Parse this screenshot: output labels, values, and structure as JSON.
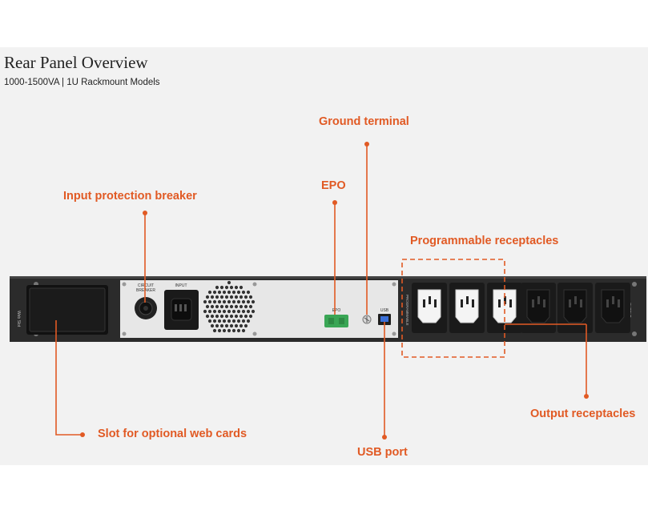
{
  "header": {
    "title": "Rear Panel Overview",
    "subtitle": "1000-1500VA | 1U Rackmount Models"
  },
  "callouts": {
    "ground_terminal": "Ground terminal",
    "epo": "EPO",
    "input_protection_breaker": "Input protection breaker",
    "programmable_receptacles": "Programmable receptacles",
    "slot_for_web_cards": "Slot for optional web cards",
    "usb_port": "USB port",
    "output_receptacles": "Output receptacles"
  },
  "panel_labels": {
    "circuit_breaker_line1": "CIRCUIT",
    "circuit_breaker_line2": "BREAKER",
    "input": "INPUT",
    "epo": "EPO",
    "usb": "USB",
    "web_slot": "Web Slot",
    "output": "OUTPUT",
    "prog_group": "PROGRAMMABLE"
  },
  "colors": {
    "accent": "#e15a24",
    "panel_dark": "#2b2b2b",
    "panel_light": "#e7e7e7",
    "epo_connector": "#3aa655"
  }
}
